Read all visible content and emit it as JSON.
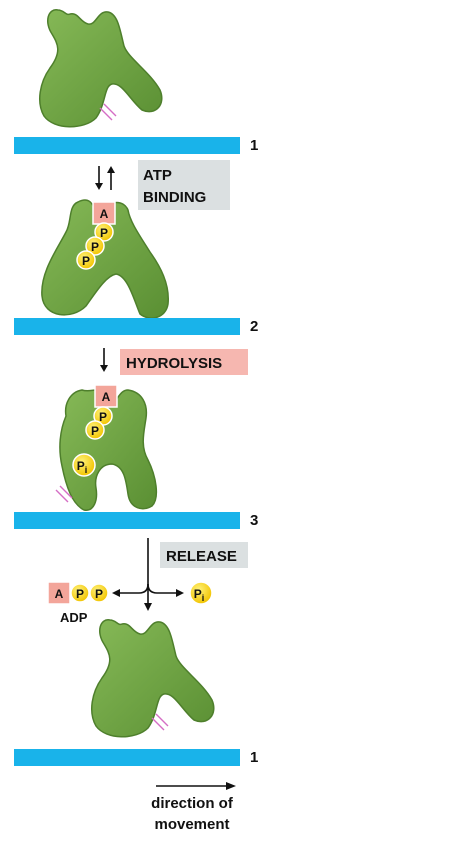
{
  "panels": [
    {
      "number": "1"
    },
    {
      "number": "2"
    },
    {
      "number": "3"
    },
    {
      "number": "1"
    }
  ],
  "steps": {
    "atp_binding_line1": "ATP",
    "atp_binding_line2": "BINDING",
    "hydrolysis": "HYDROLYSIS",
    "release": "RELEASE"
  },
  "molecules": {
    "adenosine": "A",
    "phosphate": "P",
    "inorganic_phosphate_main": "P",
    "inorganic_phosphate_sub": "i",
    "adp_label": "ADP"
  },
  "direction": {
    "line1": "direction of",
    "line2": "movement"
  },
  "colors": {
    "track": "#19b3ea",
    "motor_protein": "#6fa544",
    "atp_box": "#ffffff",
    "hydrolysis_box": "#f6b7b0",
    "release_box": "#dbe0e1",
    "adenosine": "#f3a59a",
    "phosphate": "#f7d40d"
  }
}
